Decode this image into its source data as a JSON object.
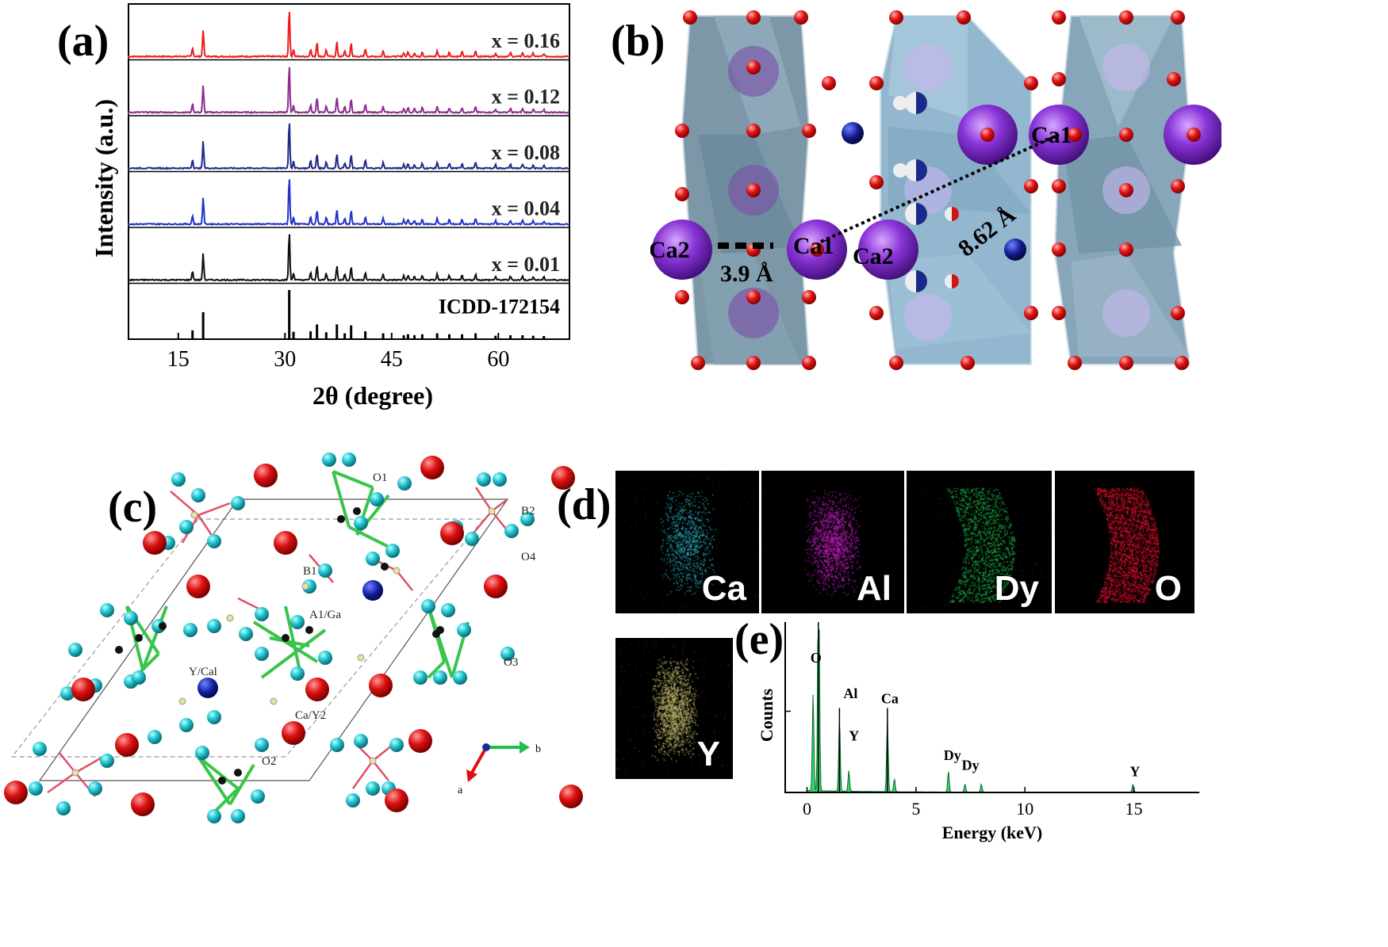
{
  "panels": {
    "a": "(a)",
    "b": "(b)",
    "c": "(c)",
    "d": "(d)",
    "e": "(e)"
  },
  "panel_a": {
    "ylabel": "Intensity (a.u.)",
    "xlabel": "2θ (degree)",
    "xticks": [
      "15",
      "30",
      "45",
      "60"
    ],
    "series": [
      {
        "name": "x = 0.16",
        "color": "#ee1c1c"
      },
      {
        "name": "x = 0.12",
        "color": "#8e2c8f"
      },
      {
        "name": "x = 0.08",
        "color": "#1f2a8a"
      },
      {
        "name": "x = 0.04",
        "color": "#2233cc"
      },
      {
        "name": "x = 0.01",
        "color": "#111111"
      },
      {
        "name": "ICDD-172154",
        "color": "#000000"
      }
    ]
  },
  "panel_b": {
    "labels": {
      "ca2_left": "Ca2",
      "ca1_left": "Ca1",
      "ca2_mid": "Ca2",
      "ca1_top": "Ca1",
      "dist_short": "3.9 Å",
      "dist_long": "8.62 Å"
    }
  },
  "panel_c": {
    "labels": {
      "o1": "O1",
      "b2": "B2",
      "o4": "O4",
      "b1": "B1",
      "a1ga": "A1/Ga",
      "o3": "O3",
      "ycal": "Y/Cal",
      "cay2": "Ca/Y2",
      "o2": "O2",
      "axis_a": "a",
      "axis_b": "b"
    }
  },
  "panel_d": {
    "maps": [
      {
        "element": "Ca",
        "color": "#2fb8c8"
      },
      {
        "element": "Al",
        "color": "#c21fc2"
      },
      {
        "element": "Dy",
        "color": "#1fbf4a"
      },
      {
        "element": "O",
        "color": "#e0102c"
      },
      {
        "element": "Y",
        "color": "#c8c070"
      }
    ]
  },
  "chart_data": [
    {
      "type": "line",
      "panel": "a",
      "xlabel": "2θ (degree)",
      "ylabel": "Intensity (a.u.)",
      "xlim": [
        8,
        70
      ],
      "xticks": [
        15,
        30,
        45,
        60
      ],
      "peaks_2theta": [
        17.0,
        18.5,
        30.6,
        31.2,
        33.6,
        34.5,
        35.8,
        37.3,
        38.4,
        39.3,
        41.3,
        43.8,
        46.7,
        47.3,
        48.2,
        49.3,
        51.4,
        53.1,
        54.9,
        56.8,
        59.6,
        61.7,
        63.4,
        64.9,
        66.4
      ],
      "peak_relative_intensity": [
        0.18,
        0.55,
        1.0,
        0.15,
        0.16,
        0.3,
        0.14,
        0.3,
        0.12,
        0.28,
        0.16,
        0.12,
        0.08,
        0.1,
        0.08,
        0.1,
        0.12,
        0.1,
        0.1,
        0.12,
        0.07,
        0.08,
        0.08,
        0.07,
        0.06
      ],
      "series": [
        {
          "name": "x = 0.16"
        },
        {
          "name": "x = 0.12"
        },
        {
          "name": "x = 0.08"
        },
        {
          "name": "x = 0.04"
        },
        {
          "name": "x = 0.01"
        },
        {
          "name": "ICDD-172154"
        }
      ]
    },
    {
      "type": "line",
      "panel": "e",
      "xlabel": "Energy (keV)",
      "ylabel": "Counts",
      "xlim": [
        -1,
        18
      ],
      "xticks": [
        0,
        5,
        10,
        15
      ],
      "peaks": [
        {
          "x": 0.28,
          "y": 0.6
        },
        {
          "x": 0.52,
          "y": 1.0
        },
        {
          "x": 0.55,
          "y": 0.7
        },
        {
          "x": 1.49,
          "y": 0.45
        },
        {
          "x": 1.92,
          "y": 0.13
        },
        {
          "x": 3.69,
          "y": 0.45
        },
        {
          "x": 4.01,
          "y": 0.08
        },
        {
          "x": 6.49,
          "y": 0.13
        },
        {
          "x": 7.25,
          "y": 0.05
        },
        {
          "x": 8.0,
          "y": 0.05
        },
        {
          "x": 14.96,
          "y": 0.05
        }
      ],
      "peak_labels": [
        {
          "text": "O",
          "x": 0.52
        },
        {
          "text": "Al",
          "x": 1.49
        },
        {
          "text": "Y",
          "x": 1.92
        },
        {
          "text": "Ca",
          "x": 3.69
        },
        {
          "text": "Dy",
          "x": 6.49
        },
        {
          "text": "Dy",
          "x": 7.25
        },
        {
          "text": "Y",
          "x": 14.96
        }
      ]
    }
  ]
}
